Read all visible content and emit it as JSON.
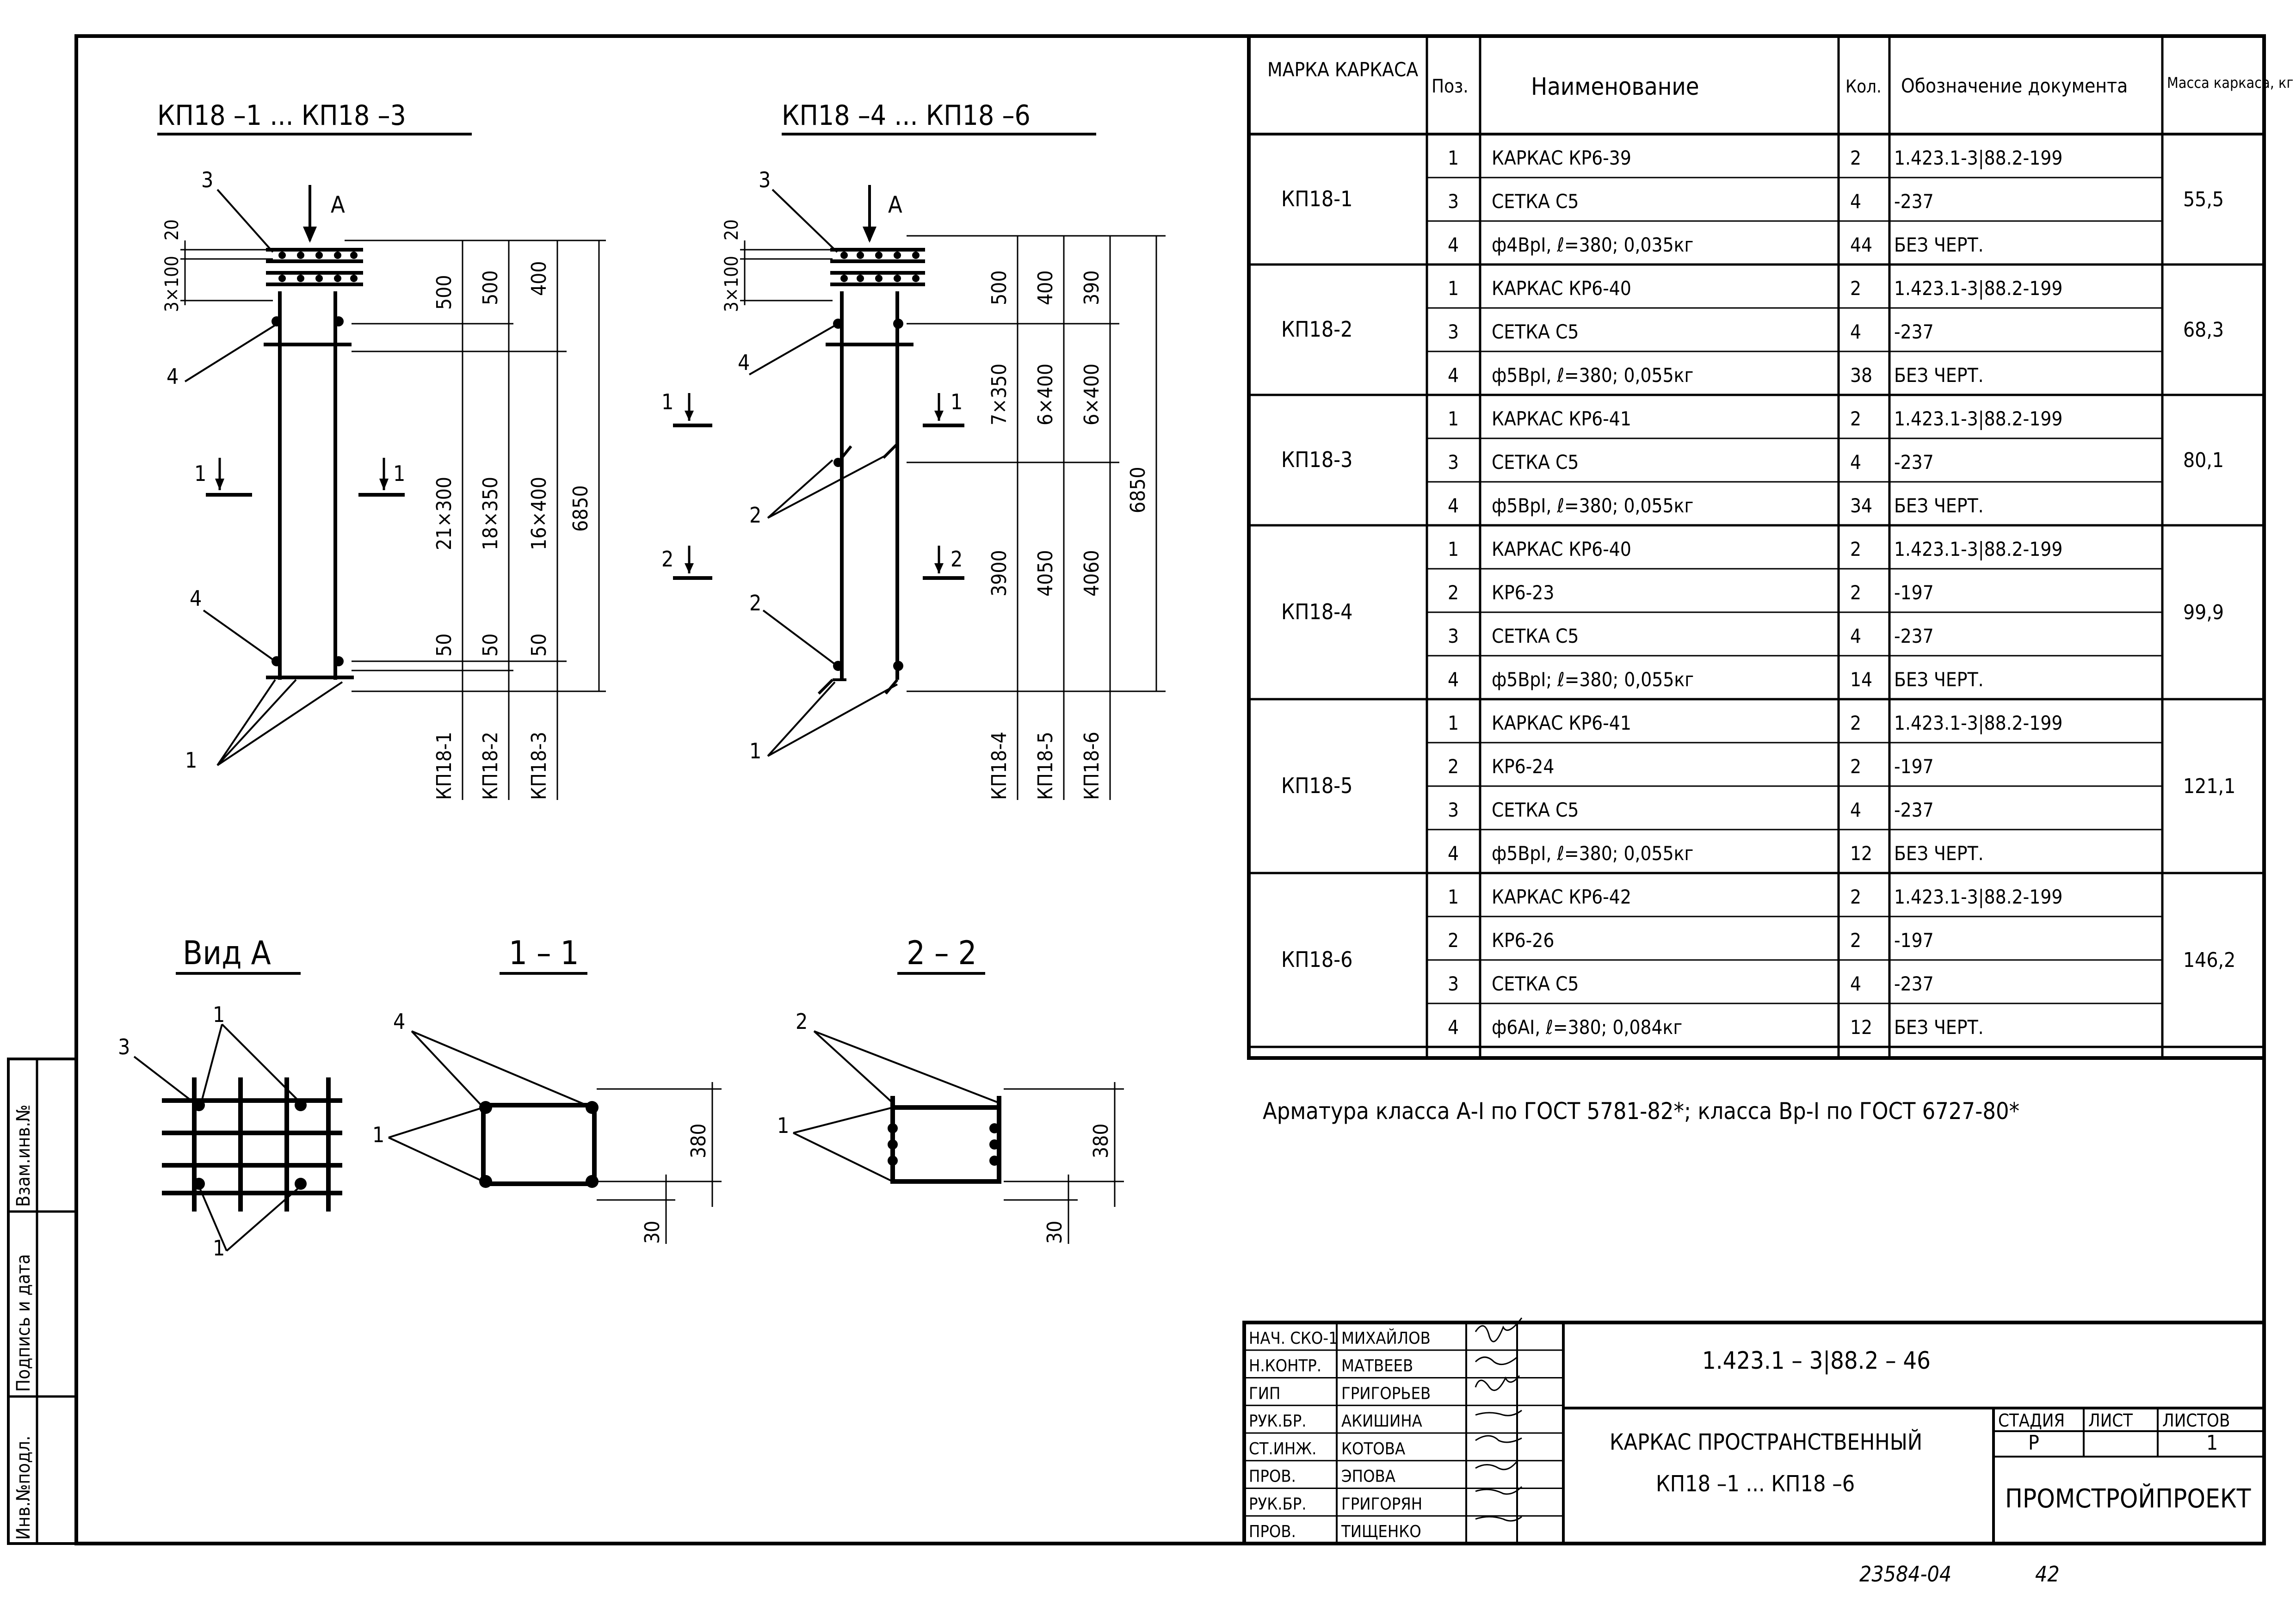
{
  "drawing": {
    "view1_title": "КП18 –1 ... КП18 –3",
    "view2_title": "КП18 –4 ... КП18 –6",
    "arrow_label": "А",
    "view1": {
      "dims_total_h": "3×100",
      "dim_20": "20",
      "top": [
        "500",
        "500",
        "400"
      ],
      "middle": [
        "21×300",
        "18×350",
        "16×400"
      ],
      "bottom": [
        "50",
        "50",
        "50"
      ],
      "overall": "6850",
      "marks": [
        "КП18-1",
        "КП18-2",
        "КП18-3"
      ],
      "section_label": "1"
    },
    "view2": {
      "dims_total_h": "3×100",
      "dim_20": "20",
      "top": [
        "500",
        "400",
        "390"
      ],
      "middle": [
        "7×350",
        "6×400",
        "6×400"
      ],
      "lower": [
        "3900",
        "4050",
        "4060"
      ],
      "overall": "6850",
      "marks": [
        "КП18-4",
        "КП18-5",
        "КП18-6"
      ],
      "section1_label": "1",
      "section2_label": "2"
    },
    "pos_labels": {
      "p1": "1",
      "p2": "2",
      "p3": "3",
      "p4": "4"
    },
    "sec_titles": {
      "viewA": "Вид А",
      "s11": "1 – 1",
      "s22": "2 – 2"
    },
    "sec_dims": {
      "w": "380",
      "c": "30"
    }
  },
  "table": {
    "headers": {
      "mark": "МАРКА КАРКАСА",
      "pos": "Поз.",
      "name": "Наименование",
      "qty": "Кол.",
      "doc": "Обозначение документа",
      "mass": "Масса каркаса, кг"
    },
    "groups": [
      {
        "mark": "КП18-1",
        "mass": "55,5",
        "rows": [
          {
            "pos": "1",
            "name": "КАРКАС КР6-39",
            "qty": "2",
            "doc": "1.423.1-3|88.2-199"
          },
          {
            "pos": "3",
            "name": "СЕТКА С5",
            "qty": "4",
            "doc": "-237"
          },
          {
            "pos": "4",
            "name": "ф4ВрI, ℓ=380; 0,035кг",
            "qty": "44",
            "doc": "БЕЗ ЧЕРТ."
          }
        ]
      },
      {
        "mark": "КП18-2",
        "mass": "68,3",
        "rows": [
          {
            "pos": "1",
            "name": "КАРКАС КР6-40",
            "qty": "2",
            "doc": "1.423.1-3|88.2-199"
          },
          {
            "pos": "3",
            "name": "СЕТКА С5",
            "qty": "4",
            "doc": "-237"
          },
          {
            "pos": "4",
            "name": "ф5ВрI, ℓ=380; 0,055кг",
            "qty": "38",
            "doc": "БЕЗ ЧЕРТ."
          }
        ]
      },
      {
        "mark": "КП18-3",
        "mass": "80,1",
        "rows": [
          {
            "pos": "1",
            "name": "КАРКАС КР6-41",
            "qty": "2",
            "doc": "1.423.1-3|88.2-199"
          },
          {
            "pos": "3",
            "name": "СЕТКА С5",
            "qty": "4",
            "doc": "-237"
          },
          {
            "pos": "4",
            "name": "ф5ВрI, ℓ=380; 0,055кг",
            "qty": "34",
            "doc": "БЕЗ ЧЕРТ."
          }
        ]
      },
      {
        "mark": "КП18-4",
        "mass": "99,9",
        "rows": [
          {
            "pos": "1",
            "name": "КАРКАС КР6-40",
            "qty": "2",
            "doc": "1.423.1-3|88.2-199"
          },
          {
            "pos": "2",
            "name": "КР6-23",
            "qty": "2",
            "doc": "-197"
          },
          {
            "pos": "3",
            "name": "СЕТКА С5",
            "qty": "4",
            "doc": "-237"
          },
          {
            "pos": "4",
            "name": "ф5ВрI; ℓ=380; 0,055кг",
            "qty": "14",
            "doc": "БЕЗ ЧЕРТ."
          }
        ]
      },
      {
        "mark": "КП18-5",
        "mass": "121,1",
        "rows": [
          {
            "pos": "1",
            "name": "КАРКАС КР6-41",
            "qty": "2",
            "doc": "1.423.1-3|88.2-199"
          },
          {
            "pos": "2",
            "name": "КР6-24",
            "qty": "2",
            "doc": "-197"
          },
          {
            "pos": "3",
            "name": "СЕТКА С5",
            "qty": "4",
            "doc": "-237"
          },
          {
            "pos": "4",
            "name": "ф5ВрI, ℓ=380; 0,055кг",
            "qty": "12",
            "doc": "БЕЗ ЧЕРТ."
          }
        ]
      },
      {
        "mark": "КП18-6",
        "mass": "146,2",
        "rows": [
          {
            "pos": "1",
            "name": "КАРКАС КР6-42",
            "qty": "2",
            "doc": "1.423.1-3|88.2-199"
          },
          {
            "pos": "2",
            "name": "КР6-26",
            "qty": "2",
            "doc": "-197"
          },
          {
            "pos": "3",
            "name": "СЕТКА С5",
            "qty": "4",
            "doc": "-237"
          },
          {
            "pos": "4",
            "name": "ф6АI, ℓ=380; 0,084кг",
            "qty": "12",
            "doc": "БЕЗ ЧЕРТ."
          }
        ]
      }
    ]
  },
  "note": "Арматура класса А-I по ГОСТ 5781-82*; класса Вр-I по ГОСТ 6727-80*",
  "title_block": {
    "staff": [
      {
        "role": "НАЧ. СКО-1",
        "name": "МИХАЙЛОВ"
      },
      {
        "role": "Н.КОНТР.",
        "name": "МАТВЕЕВ"
      },
      {
        "role": "ГИП",
        "name": "ГРИГОРЬЕВ"
      },
      {
        "role": "РУК.БР.",
        "name": "АКИШИНА"
      },
      {
        "role": "СТ.ИНЖ.",
        "name": "КОТОВА"
      },
      {
        "role": "ПРОВ.",
        "name": "ЭПОВА"
      },
      {
        "role": "РУК.БР.",
        "name": "ГРИГОРЯН"
      },
      {
        "role": "ПРОВ.",
        "name": "ТИЩЕНКО"
      }
    ],
    "code": "1.423.1 – 3|88.2 – 46",
    "title_line1": "КАРКАС ПРОСТРАНСТВЕННЫЙ",
    "title_line2": "КП18 –1 ... КП18 –6",
    "stage_h": "СТАДИЯ",
    "sheet_h": "ЛИСТ",
    "sheets_h": "ЛИСТОВ",
    "stage": "Р",
    "sheet": "",
    "sheets": "1",
    "org": "ПРОМСТРОЙПРОЕКТ"
  },
  "side_stamp": {
    "inv_podl": "Инв.№подл.",
    "podpis": "Подпись и дата",
    "vzam": "Взам.инв.№"
  },
  "footer": {
    "number": "23584-04",
    "page": "42"
  }
}
